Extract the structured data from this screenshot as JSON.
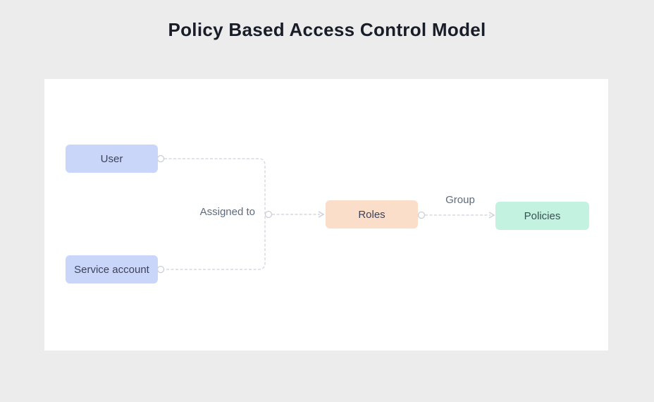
{
  "page": {
    "title": "Policy Based Access Control Model",
    "background_color": "#ECECEC",
    "canvas_color": "#FFFFFF",
    "title_color": "#191D28"
  },
  "diagram": {
    "nodes": [
      {
        "id": "user",
        "label": "User",
        "fill": "#CAD5FA"
      },
      {
        "id": "service-account",
        "label": "Service account",
        "fill": "#CAD5FA"
      },
      {
        "id": "roles",
        "label": "Roles",
        "fill": "#FBDECA"
      },
      {
        "id": "policies",
        "label": "Policies",
        "fill": "#C3F2E1"
      }
    ],
    "edges": [
      {
        "from": "user",
        "to": "roles",
        "label": "Assigned to"
      },
      {
        "from": "service-account",
        "to": "roles",
        "label": "Assigned to"
      },
      {
        "from": "roles",
        "to": "policies",
        "label": "Group"
      }
    ],
    "edge_labels": {
      "assigned_to": "Assigned to",
      "group": "Group"
    },
    "connector_color": "#D6D9E1"
  }
}
